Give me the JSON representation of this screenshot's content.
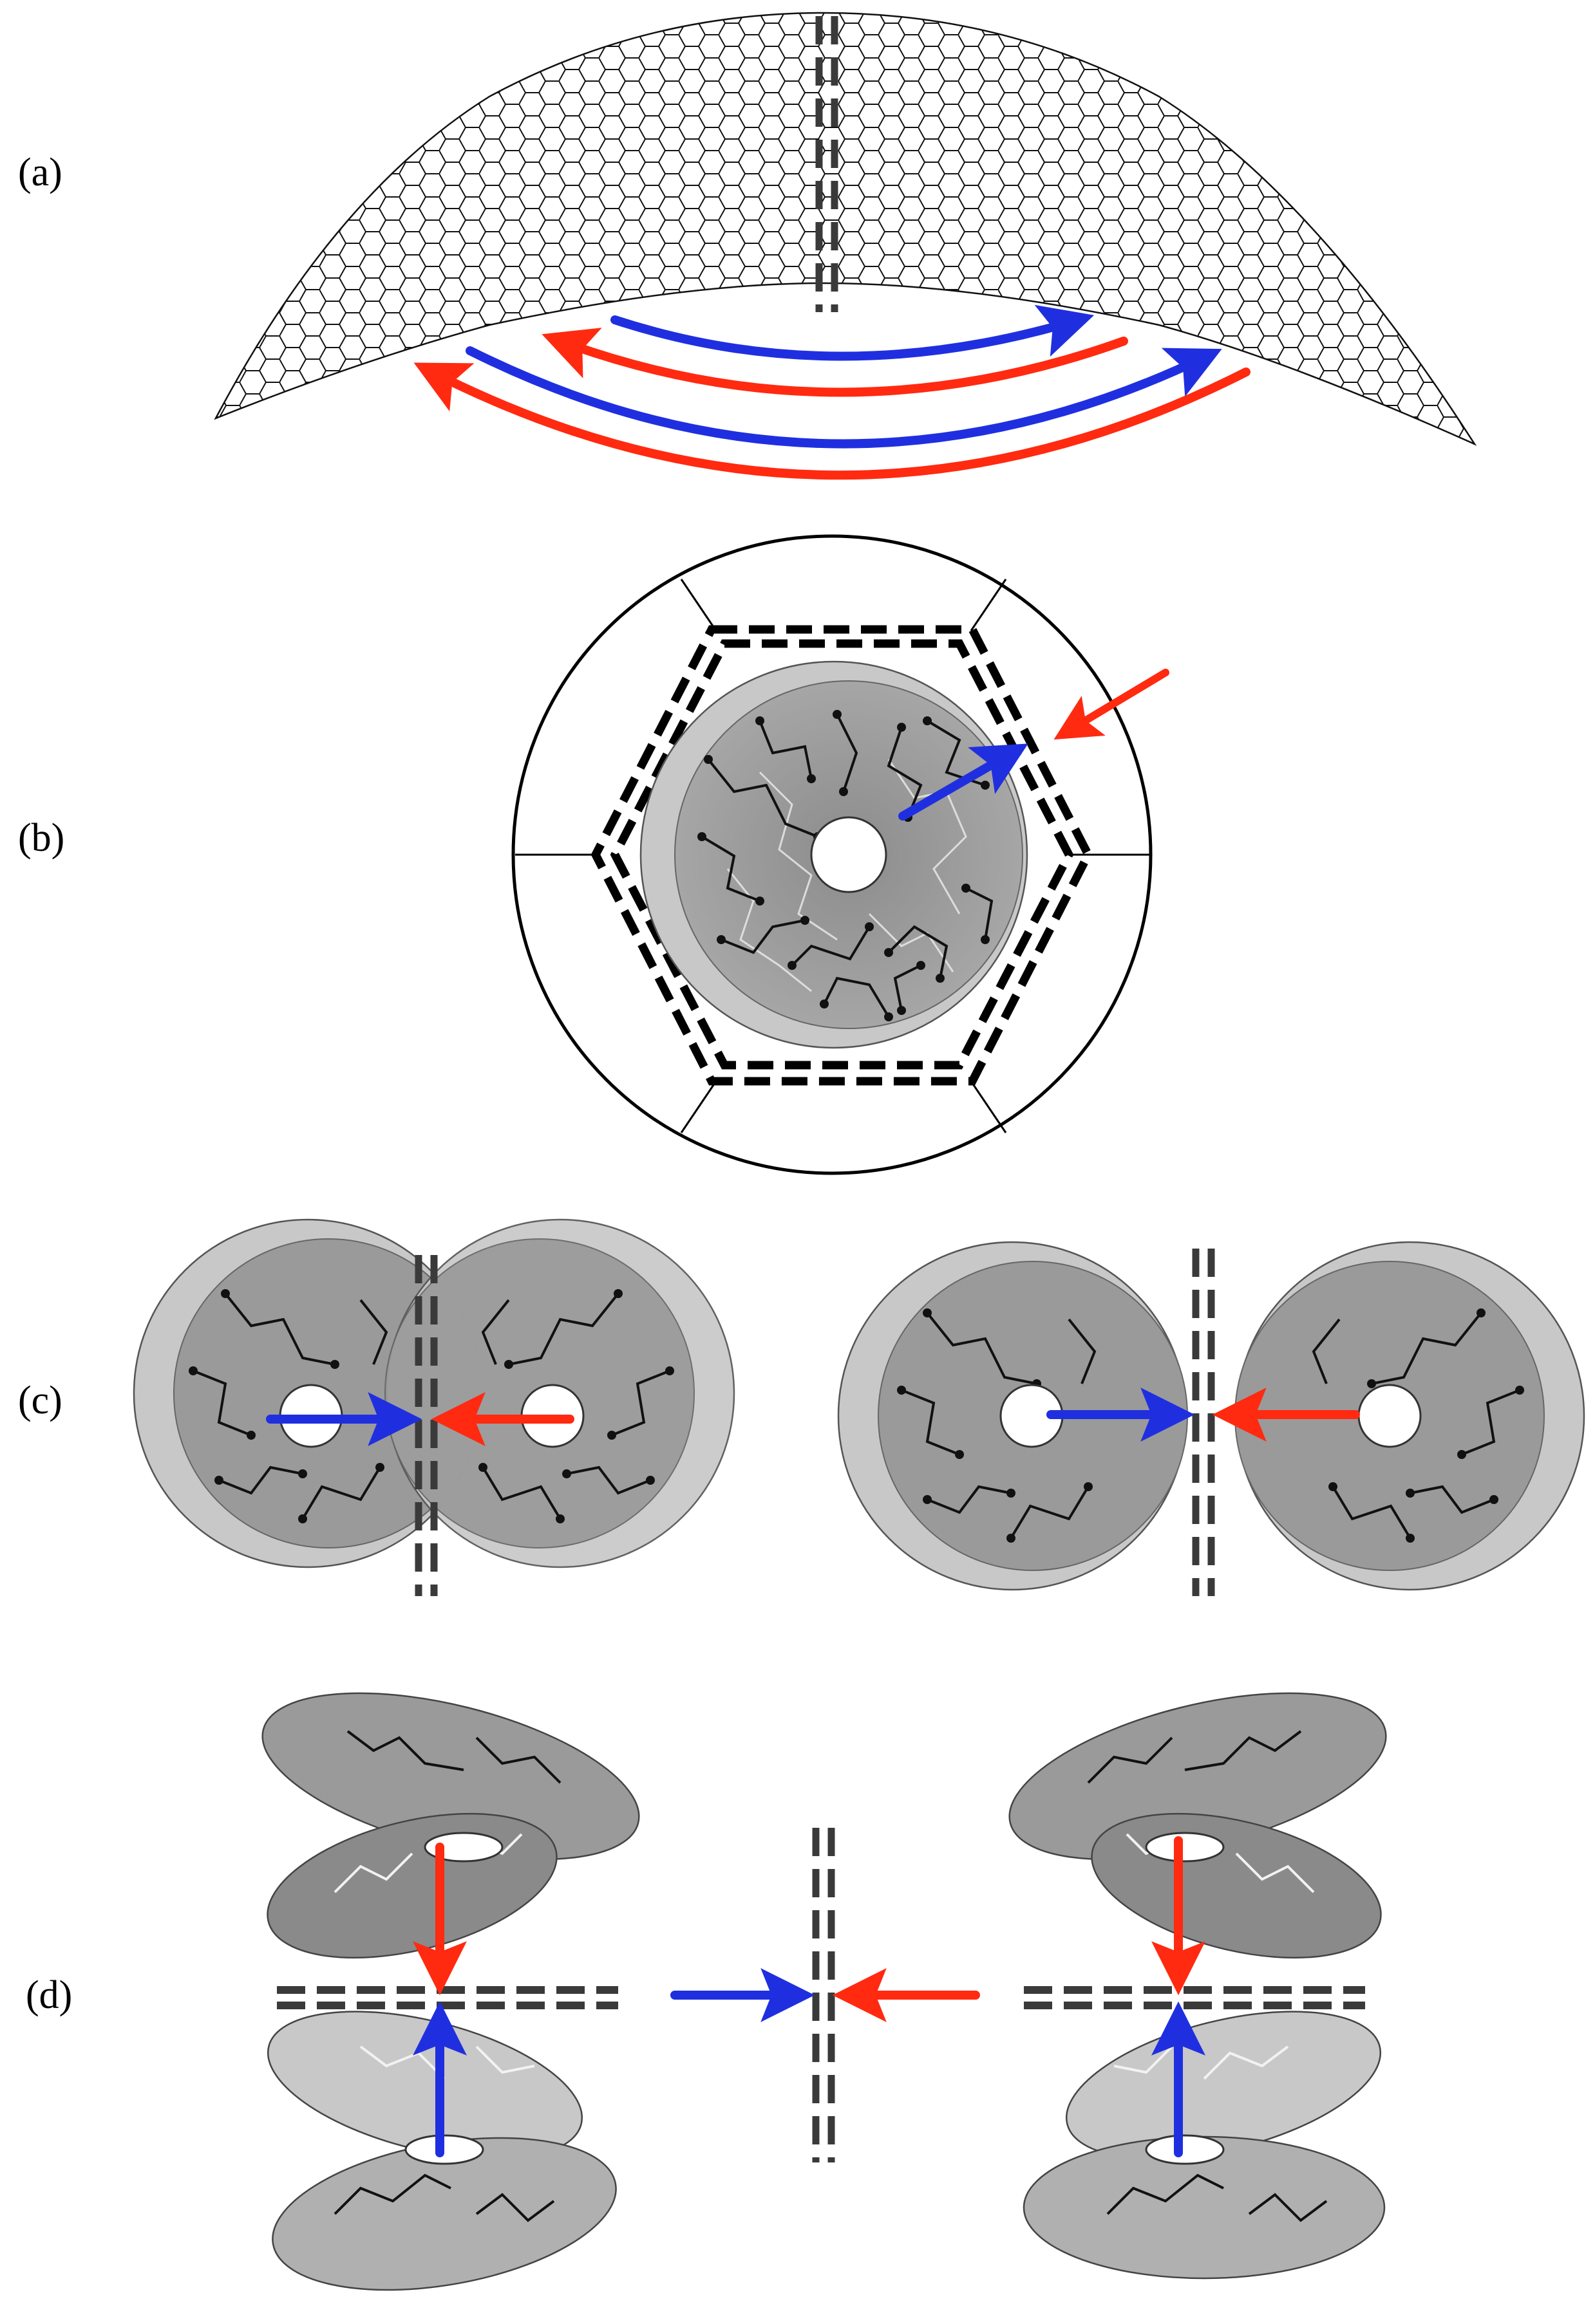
{
  "panels": {
    "a": {
      "label": "(a)"
    },
    "b": {
      "label": "(b)"
    },
    "c": {
      "label": "(c)"
    },
    "d": {
      "label": "(d)"
    }
  },
  "colors": {
    "blue_arrow": "#1f2fe0",
    "red_arrow": "#ff2a10",
    "dashes": "#3a3a3a",
    "disk_outer": "#c8c8c8",
    "disk_inner": "#9a9a9a",
    "tree_dark": "#111111",
    "tree_light": "#e8e8e8"
  },
  "icons": {
    "hexagonal_lattice": "honeycomb-sheet-icon",
    "disk": "annular-disk-icon",
    "arrow": "arrow-icon",
    "dashed_boundary": "dashed-boundary-icon"
  }
}
